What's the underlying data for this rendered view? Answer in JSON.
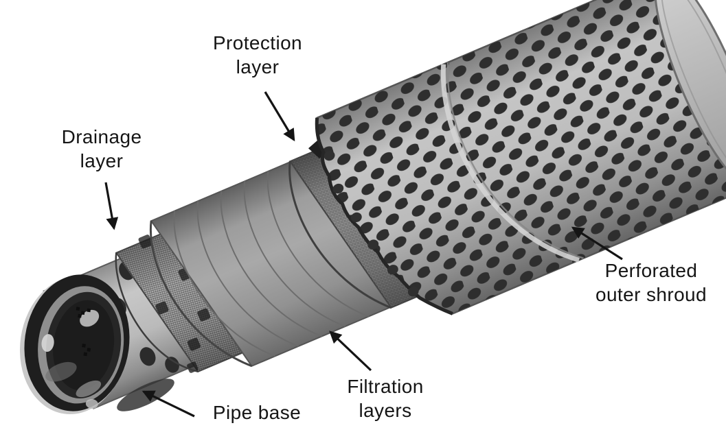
{
  "diagram": {
    "labels": {
      "protection_layer": {
        "lines": [
          "Protection",
          "layer"
        ]
      },
      "drainage_layer": {
        "lines": [
          "Drainage",
          "layer"
        ]
      },
      "pipe_base": {
        "lines": [
          "Pipe base"
        ]
      },
      "filtration_layers": {
        "lines": [
          "Filtration",
          "layers"
        ]
      },
      "perforated_outer_shroud": {
        "lines": [
          "Perforated",
          "outer shroud"
        ]
      }
    },
    "colors": {
      "background": "#ffffff",
      "label_text": "#151515",
      "arrow": "#141414"
    }
  }
}
